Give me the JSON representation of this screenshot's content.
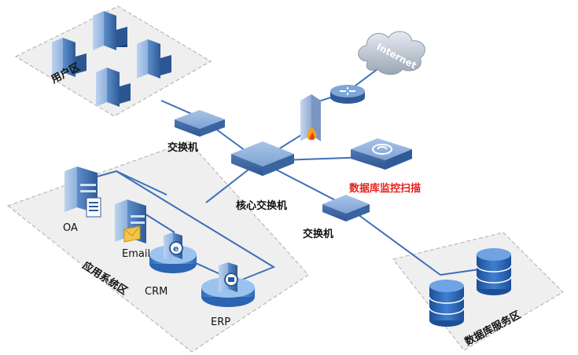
{
  "zones": {
    "user": "用户区",
    "app": "应用系统区",
    "db": "数据库服务区"
  },
  "devices": {
    "switch_top": "交换机",
    "core_switch": "核心交换机",
    "switch_bottom": "交换机",
    "db_monitor": "数据库监控扫描",
    "internet": "Internet"
  },
  "apps": {
    "oa": "OA",
    "email": "Email",
    "crm": "CRM",
    "erp": "ERP"
  },
  "colors": {
    "link": "#3d6fb8",
    "highlight": "#e8201a",
    "zone_fill": "#efefef",
    "zone_border": "#b9b9b9"
  }
}
